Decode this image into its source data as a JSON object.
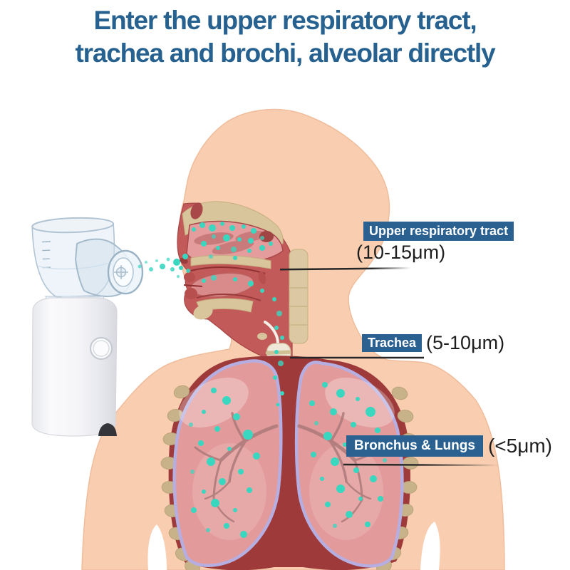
{
  "title": {
    "line1": "Enter the upper respiratory tract,",
    "line2": "trachea and brochi, alveolar directly"
  },
  "callouts": [
    {
      "name": "Upper respiratory tract",
      "size": "(10-15μm)"
    },
    {
      "name": "Trachea",
      "size": "(5-10μm)"
    },
    {
      "name": "Bronchus & Lungs",
      "size": "(<5μm)"
    }
  ],
  "colors": {
    "title": "#26618f",
    "chip_bg": "#2a6191",
    "chip_text": "#ffffff",
    "size_text": "#1e1e1e",
    "particle": "#39d6c0",
    "skin": "#f8cdb0",
    "leader": "#262626"
  }
}
